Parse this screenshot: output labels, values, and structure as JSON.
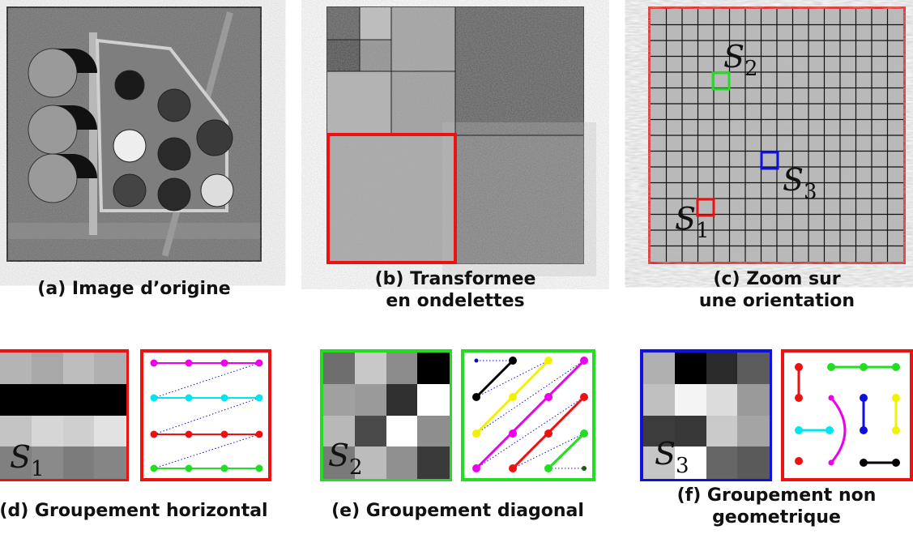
{
  "captions": {
    "a": "(a) Image d’origine",
    "b_line1": "(b) Transformee",
    "b_line2": "en ondelettes",
    "c_line1": "(c) Zoom sur",
    "c_line2": "une orientation",
    "d": "(d) Groupement horizontal",
    "e": "(e) Groupement diagonal",
    "f_line1": "(f) Groupement non",
    "f_line2": "geometrique"
  },
  "labels": {
    "s1_base": "S",
    "s1_sub": "1",
    "s2_base": "S",
    "s2_sub": "2",
    "s3_base": "S",
    "s3_sub": "3"
  },
  "colors": {
    "red": "#ee1111",
    "green": "#22dd22",
    "blue": "#1111dd",
    "magenta": "#ee00ee",
    "cyan": "#00e5ee",
    "yellow": "#f2f200",
    "black": "#000000",
    "dark_green": "#1a5a1a"
  },
  "blocks": {
    "d_rows": [
      [
        "#b4b4b4",
        "#a8a8a8",
        "#bdbdbd",
        "#b0b0b0"
      ],
      [
        "#000000",
        "#000000",
        "#000000",
        "#000000"
      ],
      [
        "#c4c4c4",
        "#d6d6d6",
        "#cfcfcf",
        "#e2e2e2"
      ],
      [
        "#808080",
        "#8a8a8a",
        "#7c7c7c",
        "#858585"
      ]
    ],
    "e_rows": [
      [
        "#6e6e6e",
        "#c8c8c8",
        "#8c8c8c",
        "#000000"
      ],
      [
        "#a0a0a0",
        "#9a9a9a",
        "#303030",
        "#ffffff"
      ],
      [
        "#b8b8b8",
        "#4a4a4a",
        "#ffffff",
        "#8e8e8e"
      ],
      [
        "#7a7a7a",
        "#bcbcbc",
        "#909090",
        "#3a3a3a"
      ]
    ],
    "f_rows": [
      [
        "#b0b0b0",
        "#000000",
        "#2a2a2a",
        "#5c5c5c"
      ],
      [
        "#c0c0c0",
        "#f4f4f4",
        "#dcdcdc",
        "#9a9a9a"
      ],
      [
        "#3c3c3c",
        "#383838",
        "#cacaca",
        "#a4a4a4"
      ],
      [
        "#c6c6c6",
        "#ffffff",
        "#666666",
        "#5a5a5a"
      ]
    ]
  }
}
